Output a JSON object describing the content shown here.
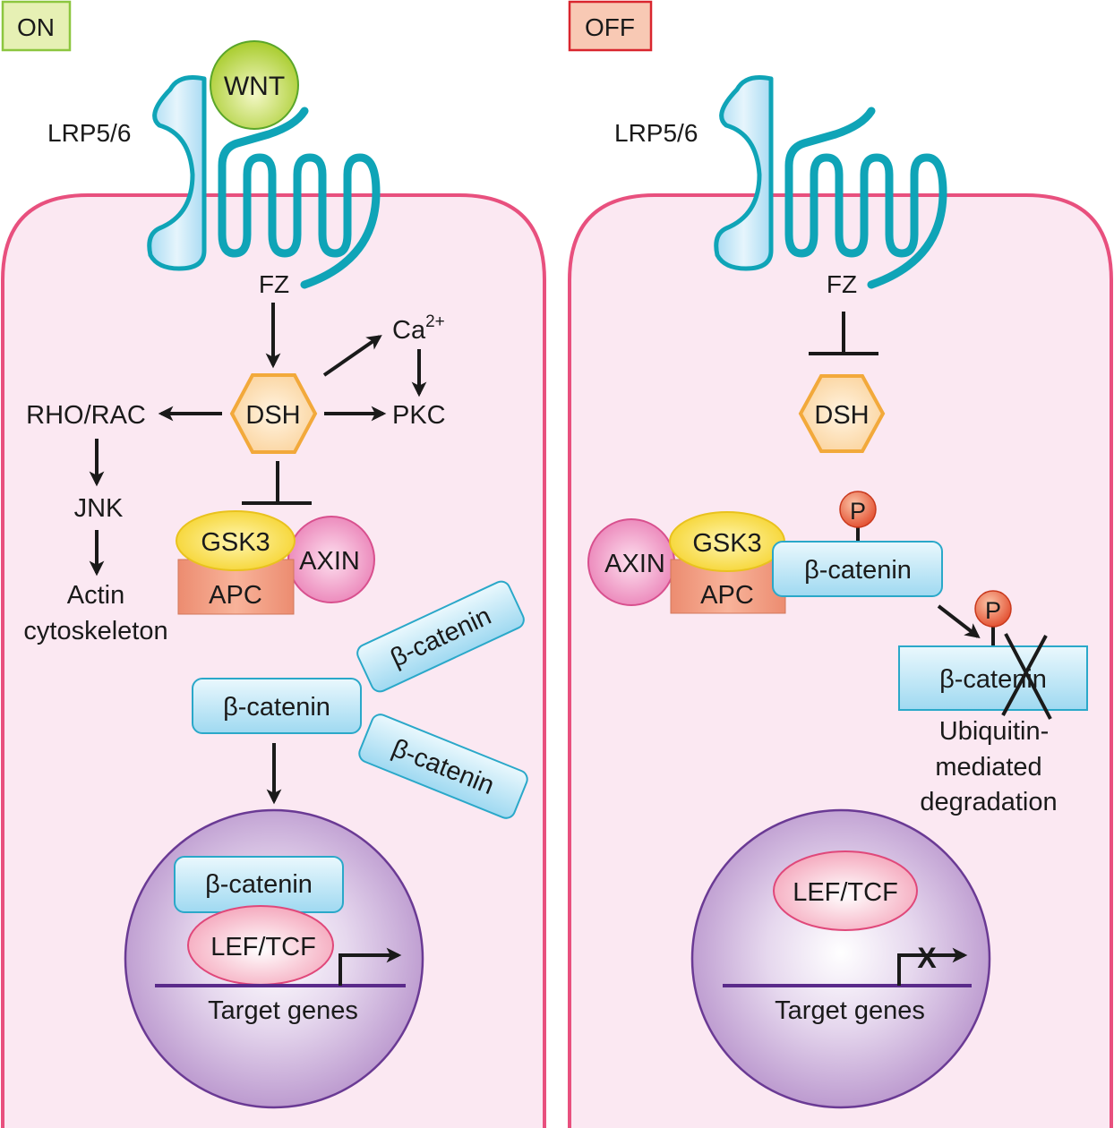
{
  "panels": {
    "on": {
      "badge": "ON",
      "lrp": "LRP5/6",
      "wnt": "WNT",
      "fz": "FZ",
      "dsh": "DSH",
      "ca": "Ca",
      "ca_sup": "2+",
      "pkc": "PKC",
      "rhorac": "RHO/RAC",
      "jnk": "JNK",
      "actin_line1": "Actin",
      "actin_line2": "cytoskeleton",
      "gsk3": "GSK3",
      "apc": "APC",
      "axin": "AXIN",
      "bcat_free1": "β-catenin",
      "bcat_free2": "β-catenin",
      "bcat_main": "β-catenin",
      "bcat_nuclear": "β-catenin",
      "leftcf": "LEF/TCF",
      "target_genes": "Target genes"
    },
    "off": {
      "badge": "OFF",
      "lrp": "LRP5/6",
      "fz": "FZ",
      "dsh": "DSH",
      "axin": "AXIN",
      "gsk3": "GSK3",
      "apc": "APC",
      "bcat_bound": "β-catenin",
      "phospho1": "P",
      "phospho2": "P",
      "bcat_degraded": "β-catenin",
      "degradation_line1": "Ubiquitin-",
      "degradation_line2": "mediated",
      "degradation_line3": "degradation",
      "leftcf": "LEF/TCF",
      "transcription_blocked": "X",
      "target_genes": "Target genes"
    }
  },
  "colors": {
    "cell_fill": "#fbe8f2",
    "cell_border": "#e8507e",
    "receptor": "#0fa4b7",
    "on_badge_fill": "#e6f0b4",
    "on_badge_border": "#8cc63f",
    "off_badge_fill": "#f8c9b4",
    "off_badge_border": "#d9262e",
    "dsh_fill": "#fde2b8",
    "dsh_border": "#f2a93b",
    "gsk3_fill": "#f9e04a",
    "apc_fill": "#ee9478",
    "axin_fill": "#ef8fbf",
    "bcat_fill": "#bfe6f6",
    "bcat_border": "#2aa8c9",
    "nucleus_fill": "#c8a8d8",
    "nucleus_border": "#6a3a94",
    "leftcf_fill": "#f7b5c6",
    "phospho_fill": "#ea5a3c"
  }
}
